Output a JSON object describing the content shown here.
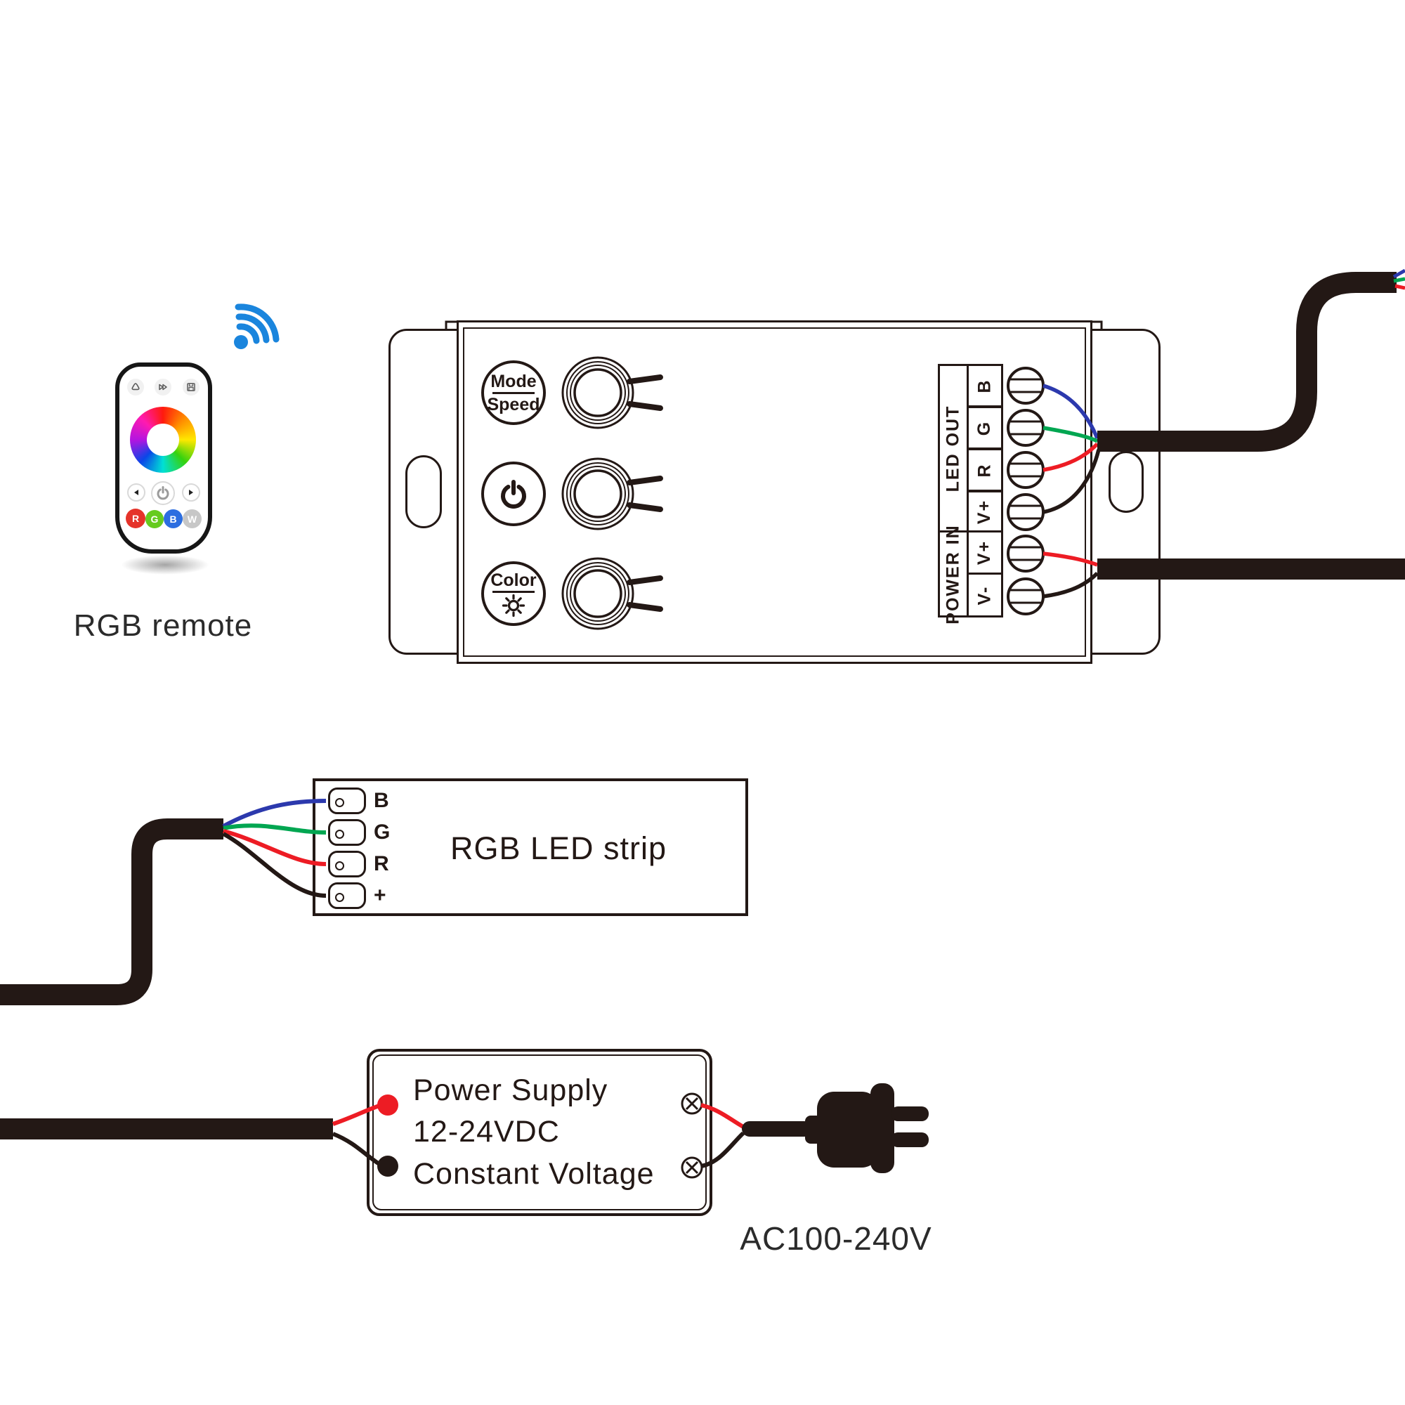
{
  "remote": {
    "label": "RGB remote",
    "top_row_icons": [
      "scene-icon",
      "skip-icon",
      "save-icon"
    ],
    "nav_icons": [
      "prev-icon",
      "power-icon",
      "next-icon"
    ],
    "color_keys": [
      {
        "label": "R",
        "color": "#e5332a"
      },
      {
        "label": "G",
        "color": "#66cb1f"
      },
      {
        "label": "B",
        "color": "#2d6ee0"
      },
      {
        "label": "W",
        "color": "#c7c7c7"
      }
    ],
    "wireless_icon": "wireless-signal-icon",
    "wireless_color": "#1a85dd"
  },
  "controller": {
    "mode_speed_button": {
      "top": "Mode",
      "bottom": "Speed"
    },
    "power_button_icon": "power-icon",
    "color_button": {
      "label": "Color",
      "icon": "sun-icon"
    },
    "terminal_groups": [
      {
        "label": "LED OUT",
        "pins": [
          "B",
          "G",
          "R",
          "V+"
        ]
      },
      {
        "label": "POWER IN",
        "pins": [
          "V+",
          "V-"
        ]
      }
    ]
  },
  "led_strip": {
    "label": "RGB LED strip",
    "pins": [
      "B",
      "G",
      "R",
      "+"
    ]
  },
  "power_supply": {
    "line1": "Power Supply",
    "line2": "12-24VDC",
    "line3": "Constant Voltage",
    "ac_label": "AC100-240V"
  },
  "wire_colors": {
    "blue": "#2c39ad",
    "green": "#00a651",
    "red": "#ed1c24",
    "black": "#231815"
  }
}
